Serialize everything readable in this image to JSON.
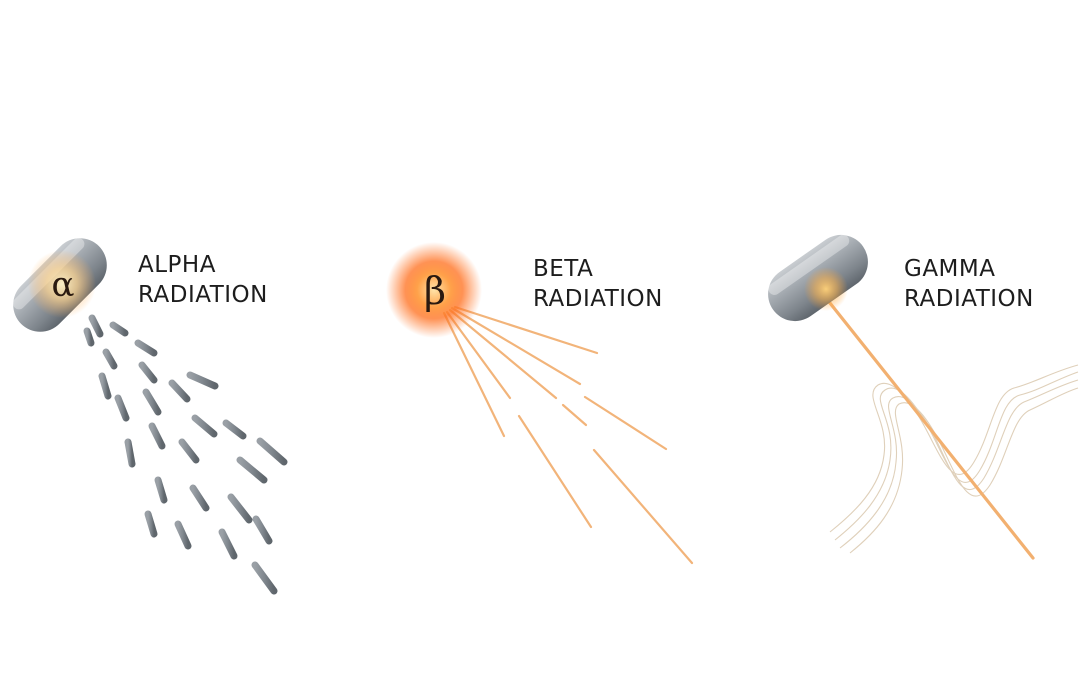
{
  "colors": {
    "background": "#ffffff",
    "capsule_gray": "#8f969c",
    "particle_gray": "#8a9096",
    "ray_orange": "#f2b57a",
    "glow_orange": "#ff7a1a",
    "wave_tan": "#d9c7ad",
    "text": "#1d1d1d"
  },
  "alpha": {
    "symbol": "α",
    "line1": "ALPHA",
    "line2": "RADIATION",
    "icon": "capsule-source-icon"
  },
  "beta": {
    "symbol": "β",
    "line1": "BETA",
    "line2": "RADIATION",
    "icon": "glowing-particle-icon"
  },
  "gamma": {
    "line1": "GAMMA",
    "line2": "RADIATION",
    "icon": "capsule-source-icon"
  }
}
